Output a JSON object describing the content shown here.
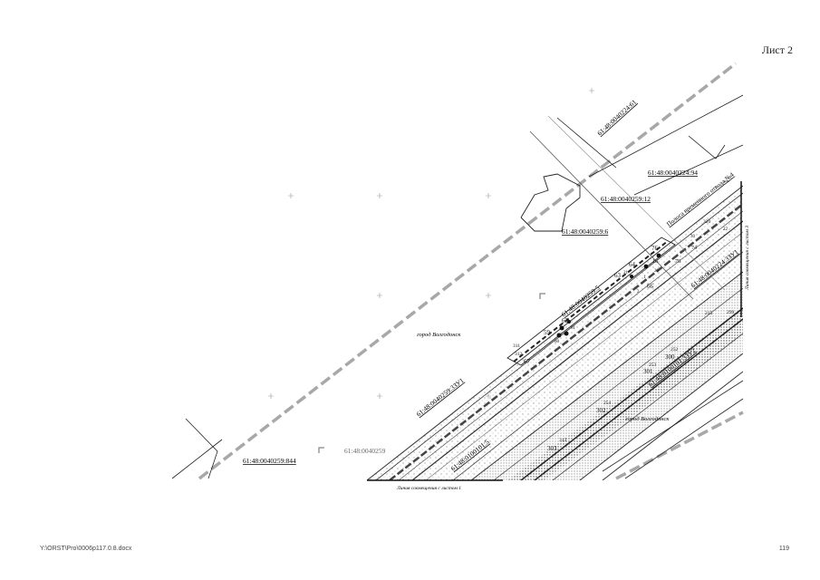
{
  "sheet_label": "Лист 2",
  "file_path": "Y:\\ORST\\Pro\\0006p117.0.8.docx",
  "page_number": "119",
  "parcels": {
    "p1": "61:48:0040224:61",
    "p2": "61:48:0040224:94",
    "p3": "61:48:0040259:12",
    "p4": "61:48:0040259:6",
    "p5": "61:48:0040259:5",
    "p6": "61:48:0040259:3ЗУ1",
    "p7": "61:48:0040259:844",
    "p8": "61:48:0040259",
    "p9": "61:48:0100101:5",
    "p10": "61:48:0100101:3ЗУ2",
    "p11": "61:48:0040224:3ЗУ1"
  },
  "city_labels": {
    "city_nw": "город Волгодонск",
    "city_se": "город Волгодонск"
  },
  "zone_label": "Полоса временного отвода №4",
  "match_lines": {
    "bottom": "Линия совмещения с листом 1",
    "right": "Линия совмещения с листом 3"
  },
  "points": {
    "n76": "76",
    "n64": "64",
    "n63": "63",
    "n21": "21",
    "n66": "66",
    "n2": "2",
    "n62": "62",
    "n59": "59",
    "n67": "67",
    "n60": "60",
    "n61": "61",
    "n311": "311",
    "n312": "312",
    "n313": "313",
    "n300": "300",
    "n301": "301",
    "n302": "302",
    "n303": "303",
    "n215": "215",
    "n299": "299",
    "n252": "252",
    "n253": "253",
    "n254": "254",
    "n74": "74",
    "n70": "70",
    "n16": "16",
    "n30": "30",
    "n20": "20",
    "n1": "1",
    "n22": "22",
    "n320": "320"
  },
  "colors": {
    "road": "#555555",
    "boundary": "#222222",
    "dashed_zone": "#aaaaaa"
  }
}
